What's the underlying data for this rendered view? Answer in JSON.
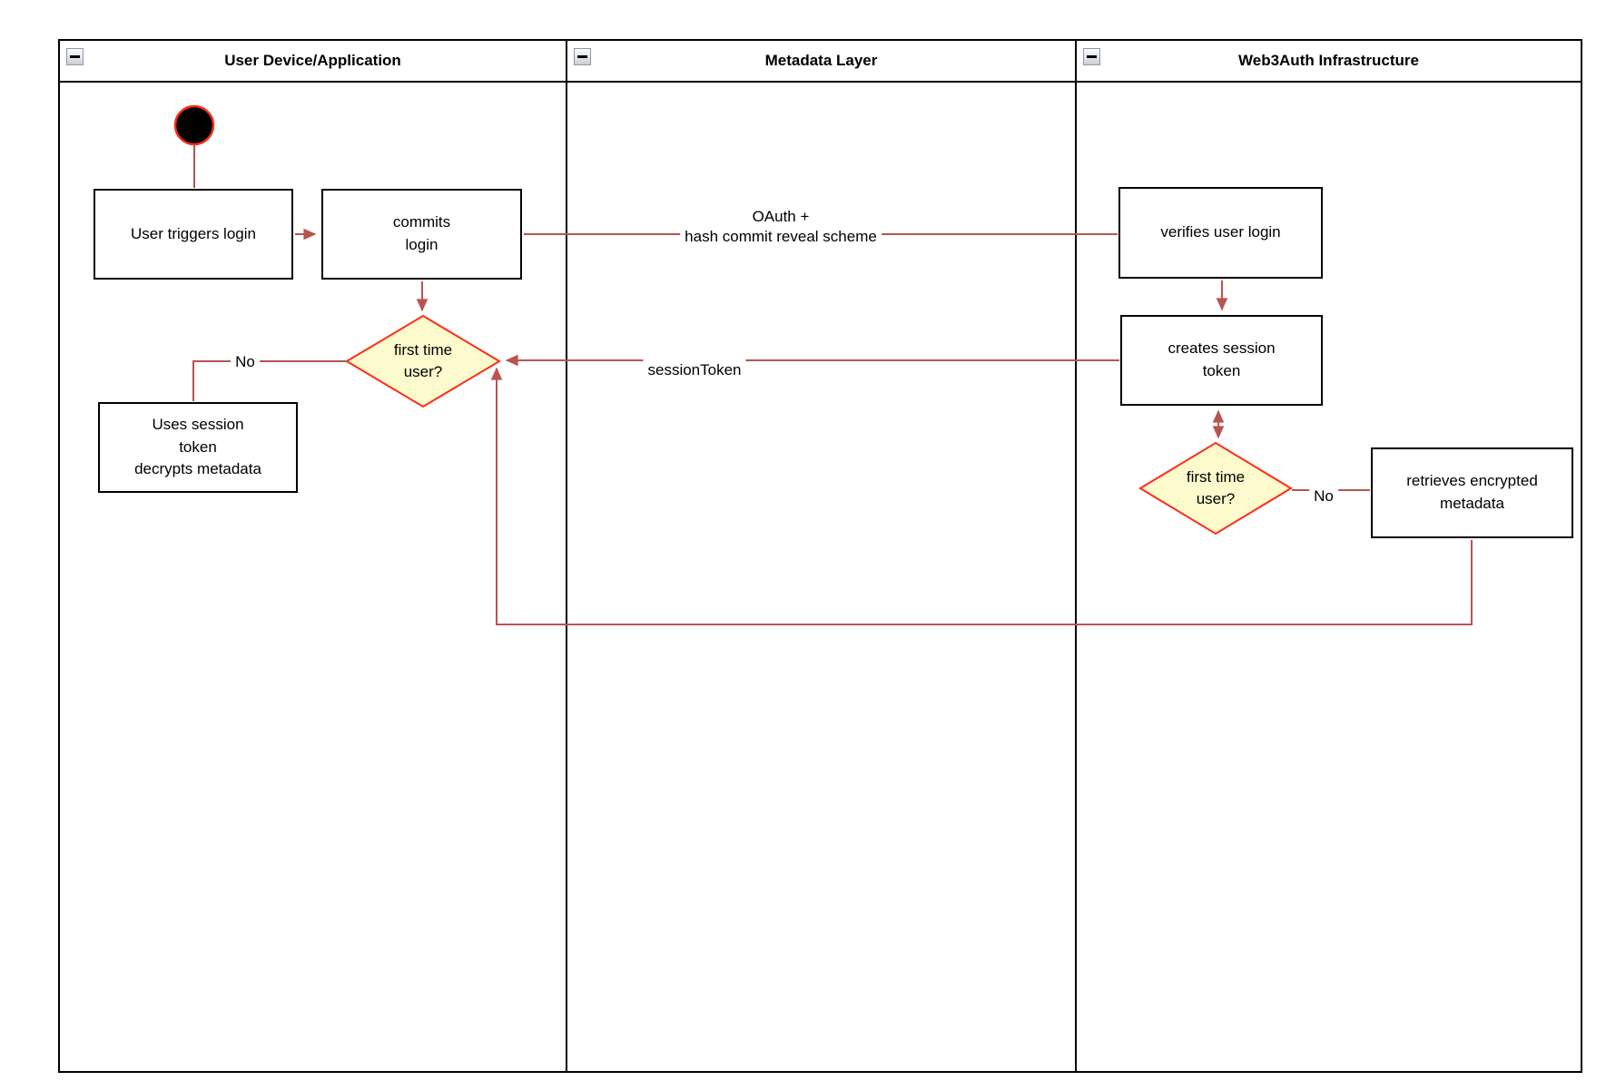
{
  "lanes": [
    {
      "title": "User Device/Application"
    },
    {
      "title": "Metadata Layer"
    },
    {
      "title": "Web3Auth Infrastructure"
    }
  ],
  "nodes": {
    "user_triggers_login": "User triggers login",
    "commits_login": "commits\nlogin",
    "verifies_user_login": "verifies user login",
    "creates_session_token": "creates session\ntoken",
    "first_time_user_1": "first time\nuser?",
    "uses_session_token": "Uses session\ntoken\ndecrypts metadata",
    "first_time_user_2": "first time\nuser?",
    "retrieves_encrypted_metadata": "retrieves encrypted\nmetadata"
  },
  "edge_labels": {
    "oauth": "OAuth +\nhash commit reveal scheme",
    "session_token": "sessionToken",
    "no_1": "No",
    "no_2": "No"
  },
  "colors": {
    "connector": "#b85450",
    "lane_border": "#000000",
    "node_fill": "#ffffff",
    "node_stroke": "#000000",
    "decision_fill": "#fdfacd",
    "decision_stroke": "#ff2d16",
    "start_fill": "#000000",
    "start_stroke": "#ff2d16"
  }
}
